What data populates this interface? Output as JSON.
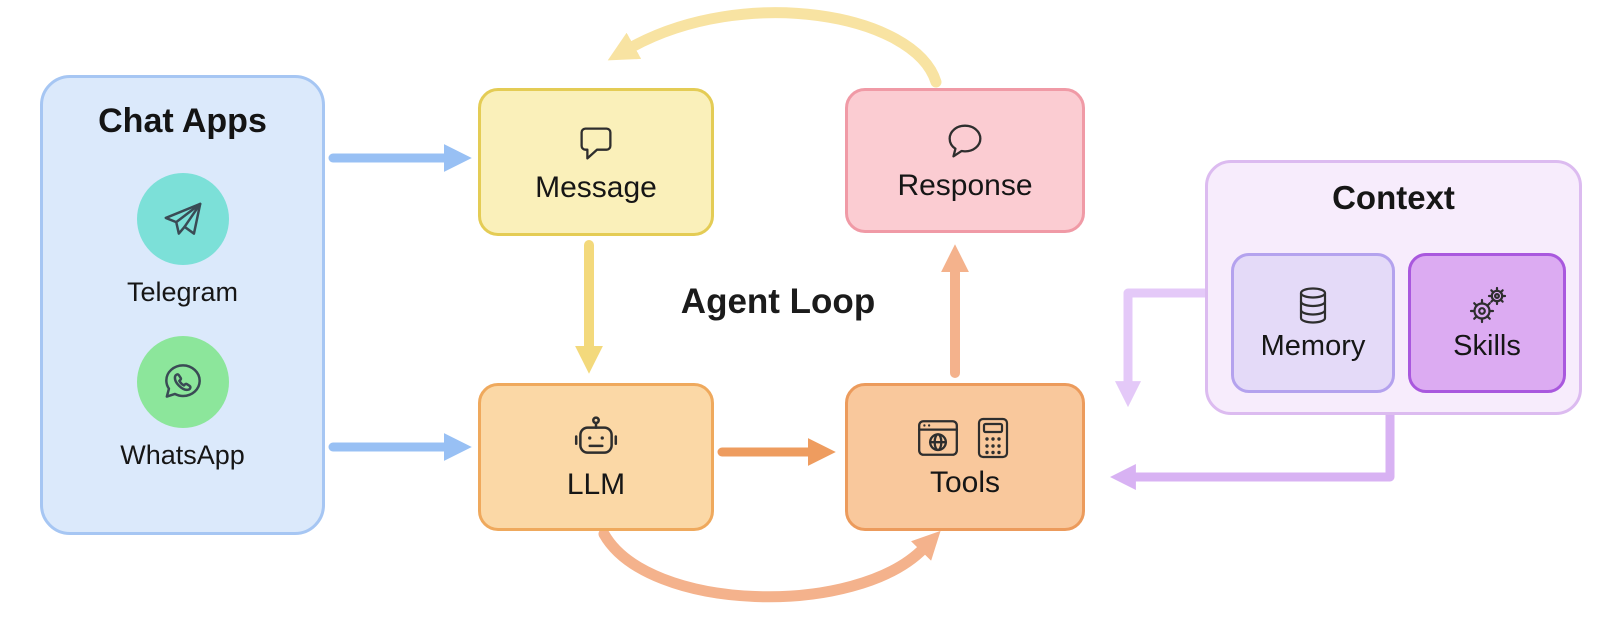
{
  "diagram_title": "Agent Loop",
  "chat_apps": {
    "title": "Chat Apps",
    "apps": [
      {
        "name": "Telegram",
        "icon": "telegram-icon",
        "circle_color": "#7ce0d8"
      },
      {
        "name": "WhatsApp",
        "icon": "whatsapp-icon",
        "circle_color": "#8ce69b"
      }
    ]
  },
  "nodes": {
    "message": {
      "label": "Message",
      "icon": "speech-bubble-square-icon"
    },
    "response": {
      "label": "Response",
      "icon": "speech-bubble-round-icon"
    },
    "llm": {
      "label": "LLM",
      "icon": "robot-icon"
    },
    "tools": {
      "label": "Tools",
      "icons": [
        "browser-globe-icon",
        "calculator-icon"
      ]
    }
  },
  "context": {
    "title": "Context",
    "items": [
      {
        "label": "Memory",
        "icon": "database-icon"
      },
      {
        "label": "Skills",
        "icon": "gears-icon"
      }
    ]
  },
  "colors": {
    "chat_panel_bg": "#dbe9fb",
    "chat_panel_border": "#a6c6f3",
    "message_bg": "#faf0ba",
    "message_border": "#e4cc55",
    "response_bg": "#fbccd2",
    "response_border": "#f09aa6",
    "llm_bg": "#fbd8a6",
    "llm_border": "#efa95d",
    "tools_bg": "#f9c89c",
    "tools_border": "#ec9b5c",
    "context_bg": "#f7ecfc",
    "context_border": "#dcbbf0",
    "memory_bg": "#e4daf8",
    "memory_border": "#b4a2ee",
    "skills_bg": "#dcabf2",
    "skills_border": "#a958de",
    "telegram_circle": "#7ce0d8",
    "whatsapp_circle": "#8ce69b",
    "arrow_blue": "#98c0f4",
    "arrow_yellow": "#f3d97c",
    "arrow_yellow_light": "#f8e3a2",
    "arrow_orange": "#ee9c5f",
    "arrow_salmon": "#f4b28c",
    "arrow_purple_light": "#e4c9f8",
    "arrow_purple": "#d8b2f3"
  }
}
